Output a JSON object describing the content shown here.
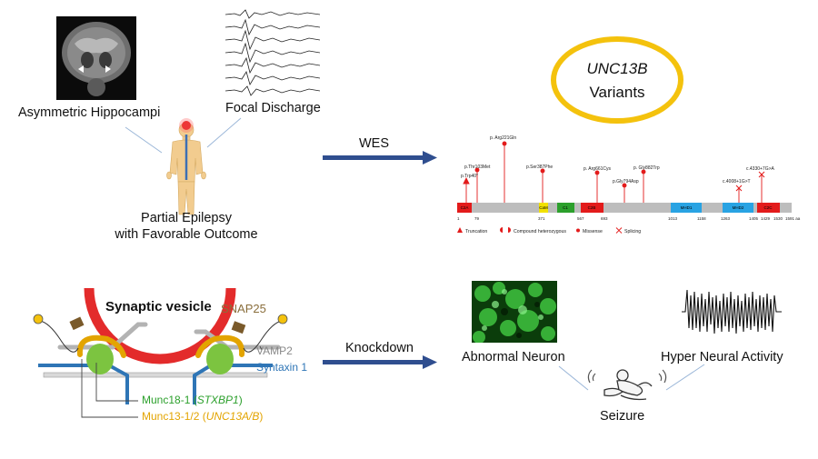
{
  "top_left": {
    "asymmetric_label": "Asymmetric Hippocampi",
    "focal_label": "Focal Discharge",
    "epilepsy_line1": "Partial Epilepsy",
    "epilepsy_line2": "with Favorable Outcome"
  },
  "arrows": {
    "wes": "WES",
    "knockdown": "Knockdown"
  },
  "variants": {
    "gene": "UNC13B",
    "word": "Variants"
  },
  "protein": {
    "variants": [
      {
        "label": "p.Trp40*",
        "type": "truncation"
      },
      {
        "label": "p.Thr103Met",
        "type": "missense"
      },
      {
        "label": "p. Arg221Gln",
        "type": "missense"
      },
      {
        "label": "p.Ser387Phe",
        "type": "missense"
      },
      {
        "label": "p. Arg661Cys",
        "type": "missense"
      },
      {
        "label": "p.Gly794Asp",
        "type": "missense"
      },
      {
        "label": "p. Gly882Trp",
        "type": "missense"
      },
      {
        "label": "c.4008+1G>T",
        "type": "splicing"
      },
      {
        "label": "c.4330+7G>A",
        "type": "splicing"
      }
    ],
    "domains": [
      "C2A",
      "CaM",
      "C1",
      "C2B",
      "MHD1",
      "MHD2",
      "C2C"
    ],
    "positions": [
      "1",
      "79",
      "371",
      "567",
      "693",
      "1013",
      "1158",
      "1263",
      "1405",
      "1429",
      "1530",
      "1591 aa"
    ],
    "legend": [
      "Truncation",
      "Compound heterozygous",
      "Missense",
      "Splicing"
    ]
  },
  "synapse": {
    "vesicle": "Synaptic vesicle",
    "snap25": "SNAP25",
    "vamp2": "VAMP2",
    "syntaxin": "Syntaxin 1",
    "munc18": "Munc18-1 (",
    "munc18_gene": "STXBP1",
    "munc18_close": ")",
    "munc13": "Munc13-1/2 (",
    "munc13_gene": "UNC13A/B",
    "munc13_close": ")"
  },
  "outcome": {
    "neuron": "Abnormal Neuron",
    "hyper": "Hyper Neural Activity",
    "seizure": "Seizure"
  },
  "colors": {
    "arrow": "#2f4e8f",
    "vesicle": "#e32b2b",
    "munc18": "#2ca02c",
    "munc13": "#e3a400",
    "syntaxin": "#2e75b6",
    "oval": "#f4c20d",
    "snap25": "#8a6e3c"
  }
}
